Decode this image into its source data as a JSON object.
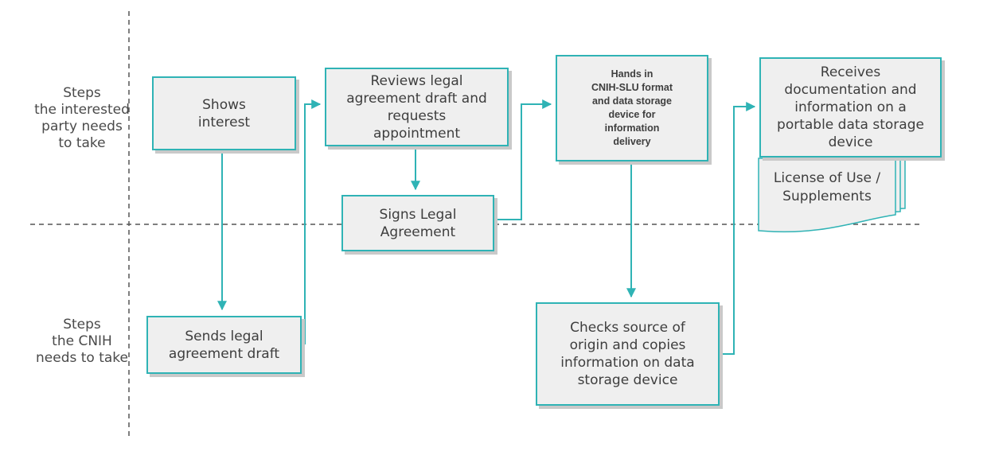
{
  "lanes": {
    "interested_party": [
      "Steps",
      "the interested",
      "party needs",
      "to take"
    ],
    "cnih": [
      "Steps",
      "the CNIH",
      "needs to take"
    ]
  },
  "steps": {
    "shows_interest": [
      "Shows",
      "interest"
    ],
    "reviews_agreement": [
      "Reviews legal",
      "agreement draft and",
      "requests",
      "appointment"
    ],
    "signs_agreement": [
      "Signs Legal",
      "Agreement"
    ],
    "hands_in": [
      "Hands in",
      "CNIH-SLU format",
      "and data storage",
      "device for",
      "information",
      "delivery"
    ],
    "receives_documentation": [
      "Receives",
      "documentation and",
      "information on a",
      "portable data storage",
      "device"
    ],
    "sends_draft": [
      "Sends legal",
      "agreement draft"
    ],
    "checks_source": [
      "Checks source of",
      "origin and copies",
      "information on data",
      "storage device"
    ]
  },
  "document": {
    "license": [
      "License of Use /",
      "Supplements"
    ]
  },
  "colors": {
    "accent": "#2fb3b5",
    "box_fill": "#efefef",
    "box_shadow": "#c9c9c9",
    "text": "#3e3e3e",
    "lane_text": "#4a4a4a",
    "divider": "#555555"
  }
}
